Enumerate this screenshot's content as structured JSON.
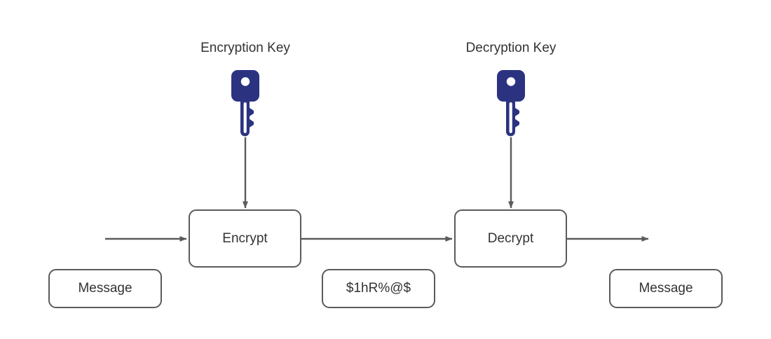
{
  "diagram": {
    "title_labels": {
      "encryption_key": "Encryption Key",
      "decryption_key": "Decryption Key"
    },
    "nodes": {
      "message_in": "Message",
      "encrypt": "Encrypt",
      "ciphertext": "$1hR%@$",
      "decrypt": "Decrypt",
      "message_out": "Message"
    },
    "icons": {
      "encryption_key_icon": "key-icon",
      "decryption_key_icon": "key-icon"
    },
    "colors": {
      "key_fill": "#2b3381",
      "box_stroke": "#5b5b5b",
      "arrow_stroke": "#5b5b5b",
      "text": "#333333",
      "background": "#ffffff"
    }
  }
}
